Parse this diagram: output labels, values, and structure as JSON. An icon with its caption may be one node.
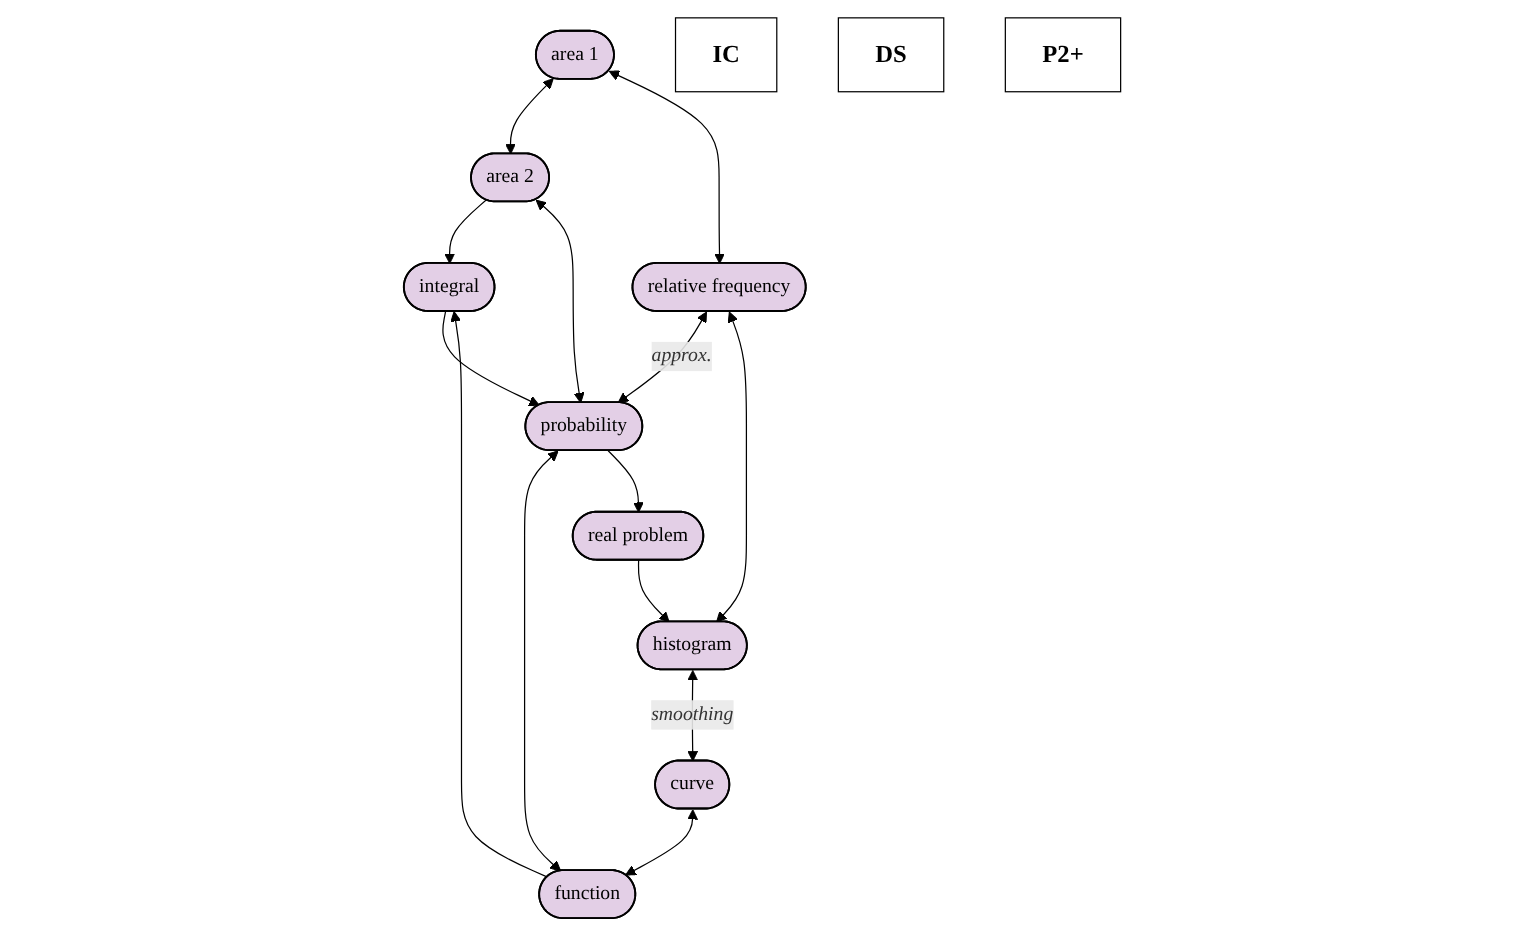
{
  "diagram": {
    "nodes": [
      {
        "text": [
          "area 1"
        ]
      },
      {
        "text": [
          "area 2"
        ]
      },
      {
        "text": [
          "integral"
        ]
      },
      {
        "text": [
          "IC"
        ]
      },
      {
        "text": [
          "relative frequency"
        ]
      },
      {
        "text": [
          "probability"
        ]
      },
      {
        "text": [
          "DS"
        ]
      },
      {
        "text": [
          "P2+"
        ]
      },
      {
        "text": [
          "function"
        ]
      },
      {
        "text": [
          "histogram"
        ]
      },
      {
        "text": [
          "curve"
        ]
      },
      {
        "text": [
          "real problem"
        ]
      }
    ],
    "edges": [
      {
        "from": 0,
        "to": 1,
        "arrow": "both"
      },
      {
        "from": 1,
        "to": 2,
        "arrow": "to"
      },
      {
        "from": 0,
        "to": 4,
        "arrow": "both"
      },
      {
        "from": 1,
        "to": 5,
        "arrow": "both"
      },
      {
        "from": 2,
        "to": 5,
        "arrow": "to"
      },
      {
        "from": 4,
        "to": 5,
        "arrow": "both",
        "label": "approx."
      },
      {
        "from": 4,
        "to": 9,
        "arrow": "both"
      },
      {
        "from": 5,
        "to": 8,
        "arrow": "both"
      },
      {
        "from": 8,
        "to": 2,
        "arrow": "to"
      },
      {
        "from": 10,
        "to": 8,
        "arrow": "both"
      },
      {
        "from": 9,
        "to": 10,
        "arrow": "both",
        "label": "smoothing"
      },
      {
        "from": 5,
        "to": 11,
        "arrow": "to"
      },
      {
        "from": 11,
        "to": 9,
        "arrow": "to"
      }
    ]
  }
}
